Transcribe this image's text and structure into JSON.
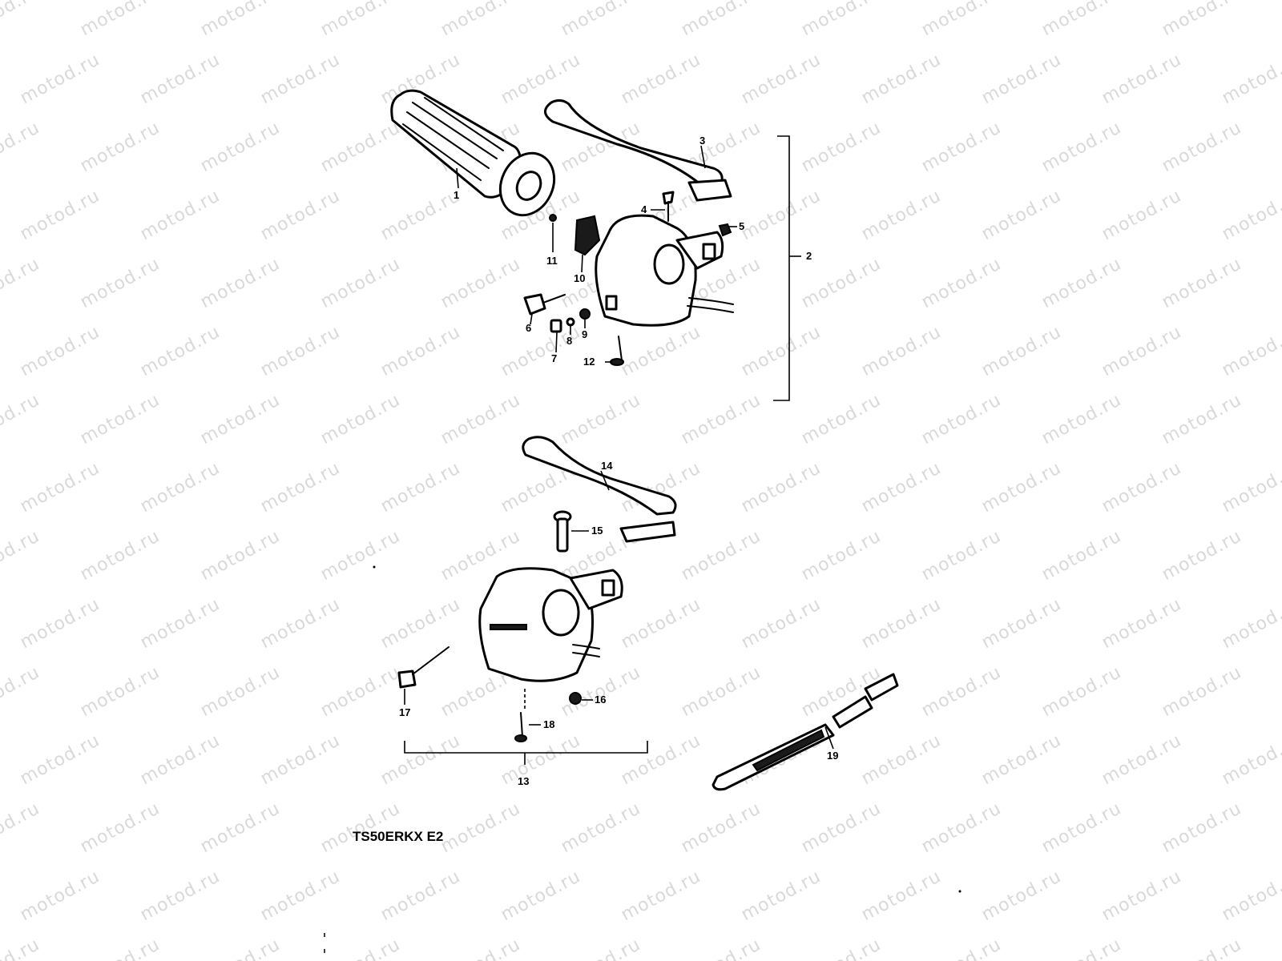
{
  "watermark": "motod.ru",
  "model_label": "TS50ERKX E2",
  "callouts": [
    "1",
    "2",
    "3",
    "4",
    "5",
    "6",
    "7",
    "8",
    "9",
    "10",
    "11",
    "12",
    "13",
    "14",
    "15",
    "16",
    "17",
    "18",
    "19"
  ]
}
